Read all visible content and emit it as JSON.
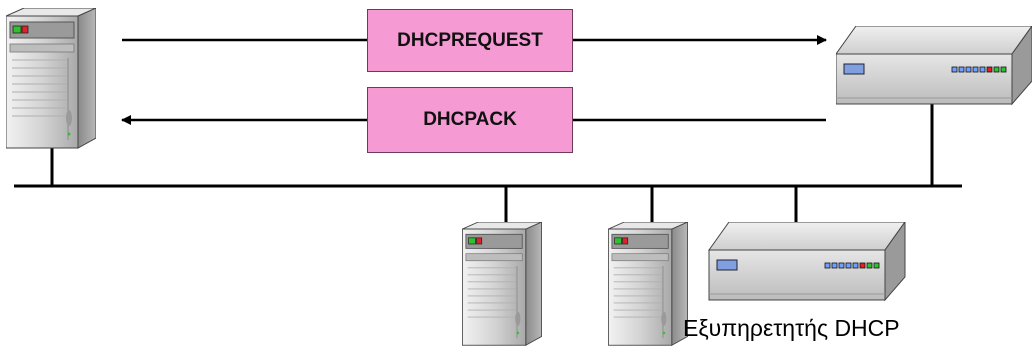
{
  "messages": {
    "request": "DHCPREQUEST",
    "ack": "DHCPACK"
  },
  "labels": {
    "dhcp_server": "Εξυπηρετητής DHCP"
  },
  "nodes": [
    {
      "id": "client-pc",
      "icon": "server-tower-icon"
    },
    {
      "id": "router-top",
      "icon": "network-switch-icon"
    },
    {
      "id": "host-1",
      "icon": "server-tower-icon"
    },
    {
      "id": "host-2",
      "icon": "server-tower-icon"
    },
    {
      "id": "dhcp-server-box",
      "icon": "network-switch-icon"
    }
  ],
  "colors": {
    "message_box": "#f59ad2",
    "tower_body": "#c8c8c8",
    "box_body": "#d9d9d9",
    "led_red": "#e0202a",
    "led_green": "#30c030"
  }
}
